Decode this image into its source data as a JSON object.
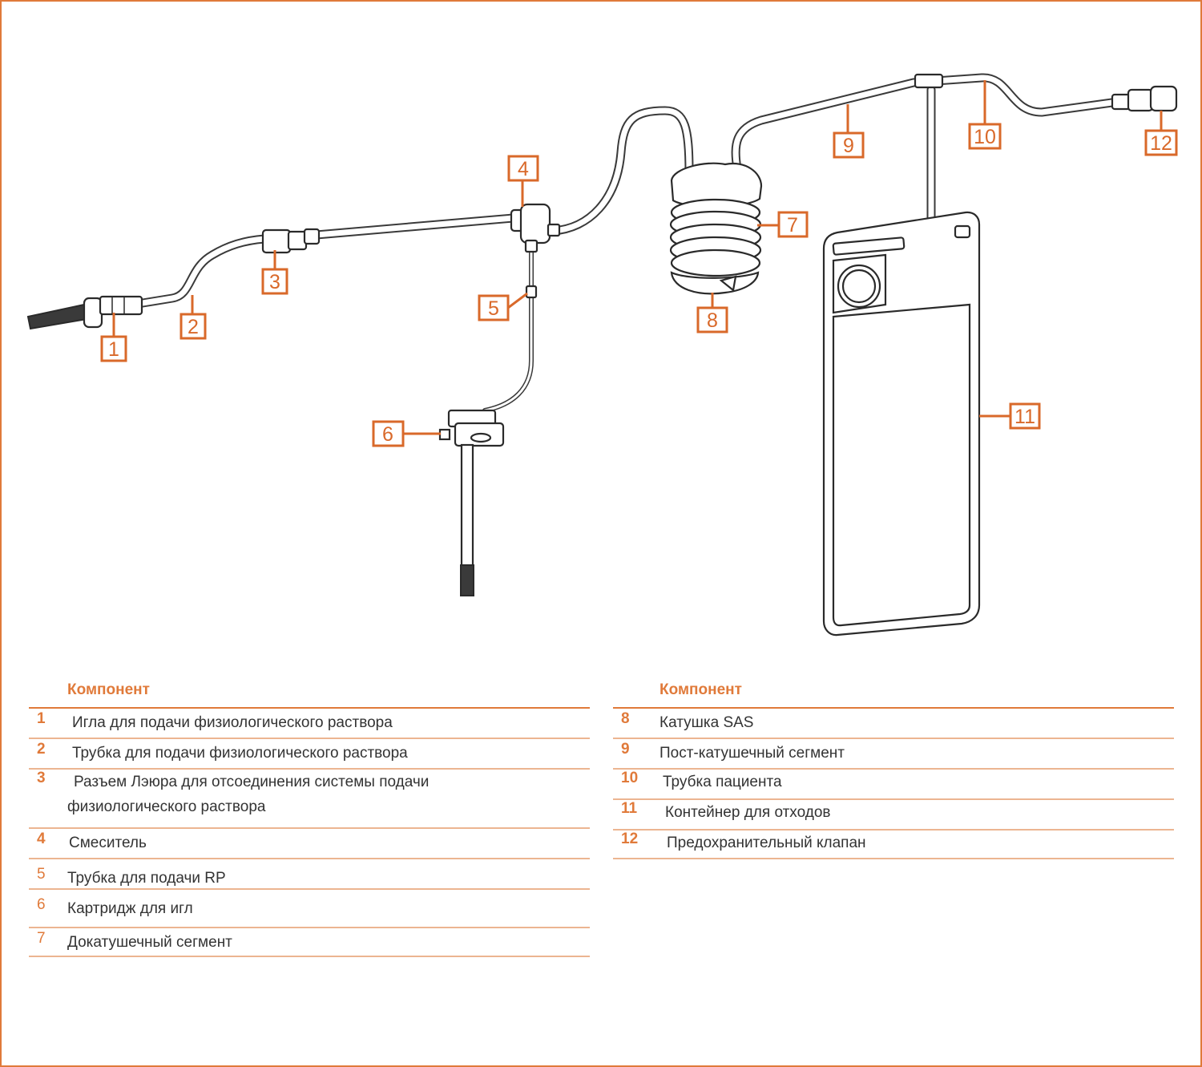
{
  "callouts": {
    "c1": "1",
    "c2": "2",
    "c3": "3",
    "c4": "4",
    "c5": "5",
    "c6": "6",
    "c7": "7",
    "c8": "8",
    "c9": "9",
    "c10": "10",
    "c11": "11",
    "c12": "12"
  },
  "legend_left": {
    "header": "Компонент",
    "rows": [
      {
        "num": "1",
        "text": "Игла для подачи физиологического раствора"
      },
      {
        "num": "2",
        "text": "Трубка для подачи физиологического раствора"
      },
      {
        "num": "3",
        "text": "Разъем Лэюра для отсоединения системы подачи",
        "text2": "физиологического раствора"
      },
      {
        "num": "4",
        "text": "Смеситель"
      },
      {
        "num": "5",
        "text": "Трубка для подачи RP"
      },
      {
        "num": "6",
        "text": "Картридж для игл"
      },
      {
        "num": "7",
        "text": "Докатушечный сегмент"
      }
    ]
  },
  "legend_right": {
    "header": "Компонент",
    "rows": [
      {
        "num": "8",
        "text": "Катушка SAS"
      },
      {
        "num": "9",
        "text": "Пост-катушечный сегмент"
      },
      {
        "num": "10",
        "text": "Трубка пациента"
      },
      {
        "num": "11",
        "text": "Контейнер для отходов"
      },
      {
        "num": "12",
        "text": "Предохранительный клапан"
      }
    ]
  },
  "colors": {
    "accent": "#e07a3a",
    "rule": "#ecb591",
    "text": "#333333",
    "line_art": "#3a3a3a"
  }
}
